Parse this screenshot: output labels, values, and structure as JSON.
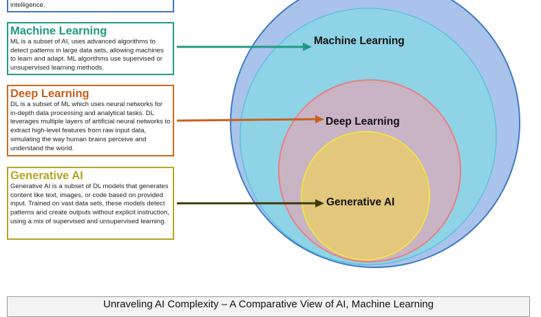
{
  "ai_box": {
    "text": "intelligence."
  },
  "ml_box": {
    "title": "Machine Learning",
    "text": "ML is a subset of AI, uses advanced algorithms to detect patterns in large data sets, allowing machines to learn and adapt. ML algorithms use supervised or unsupervised learning methods."
  },
  "dl_box": {
    "title": "Deep Learning",
    "text": "DL is a subset of ML which uses neural networks for in-depth data processing and analytical tasks. DL leverages multiple layers of artificial neural networks to extract high-level features from raw input data, simulating the way human brains perceive and understand the world."
  },
  "gen_box": {
    "title": "Generative AI",
    "text": "Generative AI is a subset of DL models that generates content like text, images, or code based on provided input. Trained on vast data sets, these models detect patterns and create outputs without explicit instruction, using a mix of supervised and unsupervised learning."
  },
  "circles": {
    "ml": "Machine Learning",
    "dl": "Deep Learning",
    "gen": "Generative AI"
  },
  "caption": "Unraveling AI Complexity – A Comparative View of AI, Machine Learning",
  "colors": {
    "ai": "#3a78c2",
    "ml": "#1f9a80",
    "dl": "#d0681e",
    "gen": "#b8a21e"
  }
}
